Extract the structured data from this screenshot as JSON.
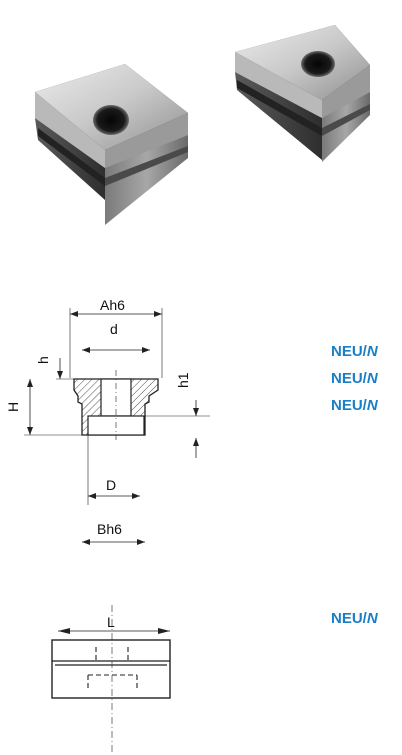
{
  "product_photos": [
    {
      "name": "t-nut-left"
    },
    {
      "name": "t-nut-right"
    }
  ],
  "cross_section": {
    "labels": {
      "A": "Ah6",
      "d": "d",
      "h": "h",
      "h1": "h1",
      "H": "H",
      "D": "D",
      "B": "Bh6"
    }
  },
  "side_view": {
    "labels": {
      "L": "L"
    }
  },
  "badges": [
    {
      "prefix": "NEU/",
      "italic": "N"
    },
    {
      "prefix": "NEU/",
      "italic": "N"
    },
    {
      "prefix": "NEU/",
      "italic": "N"
    },
    {
      "prefix": "NEU/",
      "italic": "N"
    }
  ]
}
